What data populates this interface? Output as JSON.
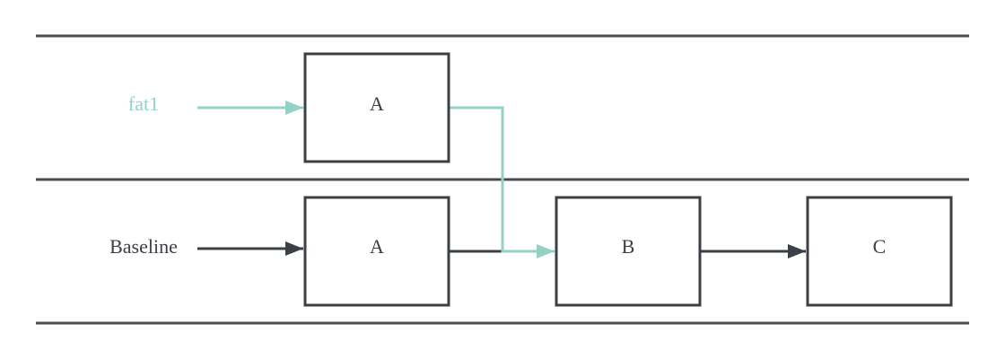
{
  "colors": {
    "background": "#ffffff",
    "baseline": "#3b4046",
    "fat1": "#93d2c4",
    "lane_divider": "#4a4d52"
  },
  "lanes": [
    {
      "id": "fat1",
      "label": "fat1",
      "color": "#93d2c4"
    },
    {
      "id": "baseline",
      "label": "Baseline",
      "color": "#3b4046"
    }
  ],
  "nodes": [
    {
      "id": "fat1-a",
      "lane": "fat1",
      "label": "A"
    },
    {
      "id": "baseline-a",
      "lane": "baseline",
      "label": "A"
    },
    {
      "id": "baseline-b",
      "lane": "baseline",
      "label": "B"
    },
    {
      "id": "baseline-c",
      "lane": "baseline",
      "label": "C"
    }
  ],
  "edges": [
    {
      "from": "fat1-start",
      "to": "fat1-a",
      "lane": "fat1"
    },
    {
      "from": "fat1-a",
      "to": "baseline-b",
      "lane": "fat1"
    },
    {
      "from": "baseline-start",
      "to": "baseline-a",
      "lane": "baseline"
    },
    {
      "from": "baseline-a",
      "to": "baseline-b",
      "lane": "baseline"
    },
    {
      "from": "baseline-b",
      "to": "baseline-c",
      "lane": "baseline"
    }
  ]
}
